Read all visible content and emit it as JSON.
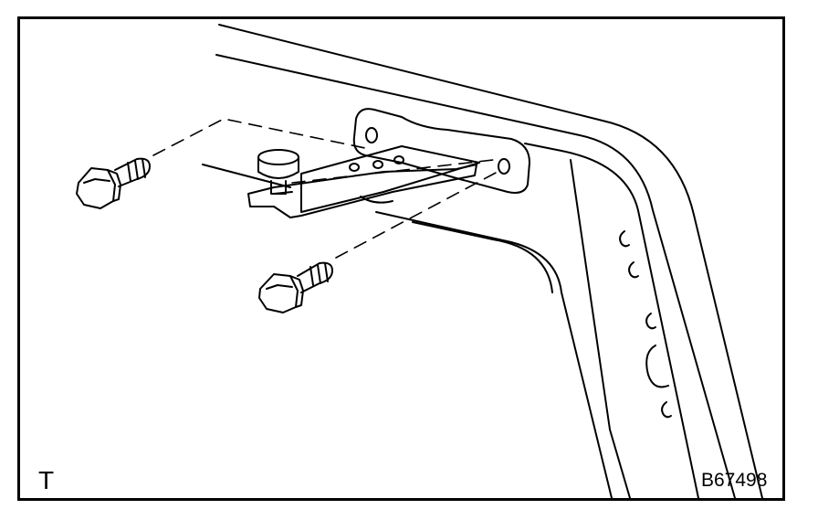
{
  "figure": {
    "corner_mark": "T",
    "figure_id": "B67498"
  },
  "parts": {
    "bolt_count": 2,
    "hinge_bracket_count": 1,
    "door_panel_count": 1
  },
  "colors": {
    "line": "#000000",
    "background": "#ffffff"
  }
}
